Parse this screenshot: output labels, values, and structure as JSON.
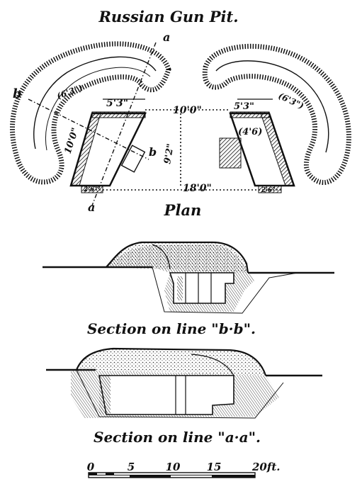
{
  "title": "Russian Gun Pit.",
  "plan": {
    "caption": "Plan",
    "line_labels": {
      "a_top": "a",
      "a_bottom": "a",
      "b_left": "b",
      "b_right": "b"
    },
    "dimensions": {
      "left_width": "5'3\"",
      "right_width": "5'3\"",
      "gap_top": "10'0\"",
      "gap_bottom": "18'0\"",
      "left_depth": "10'0\"",
      "center_height": "9'2\"",
      "right_inner": "(4'6)",
      "left_mound": "(6'3\")",
      "right_mound": "(6'3\")",
      "left_corner": "2'6\"",
      "right_corner": "2'6\""
    }
  },
  "sections": [
    {
      "caption": "Section on line \"b·b\"."
    },
    {
      "caption": "Section on line \"a·a\"."
    }
  ],
  "scale": {
    "labels": [
      "0",
      "5",
      "10",
      "15",
      "20ft."
    ]
  }
}
